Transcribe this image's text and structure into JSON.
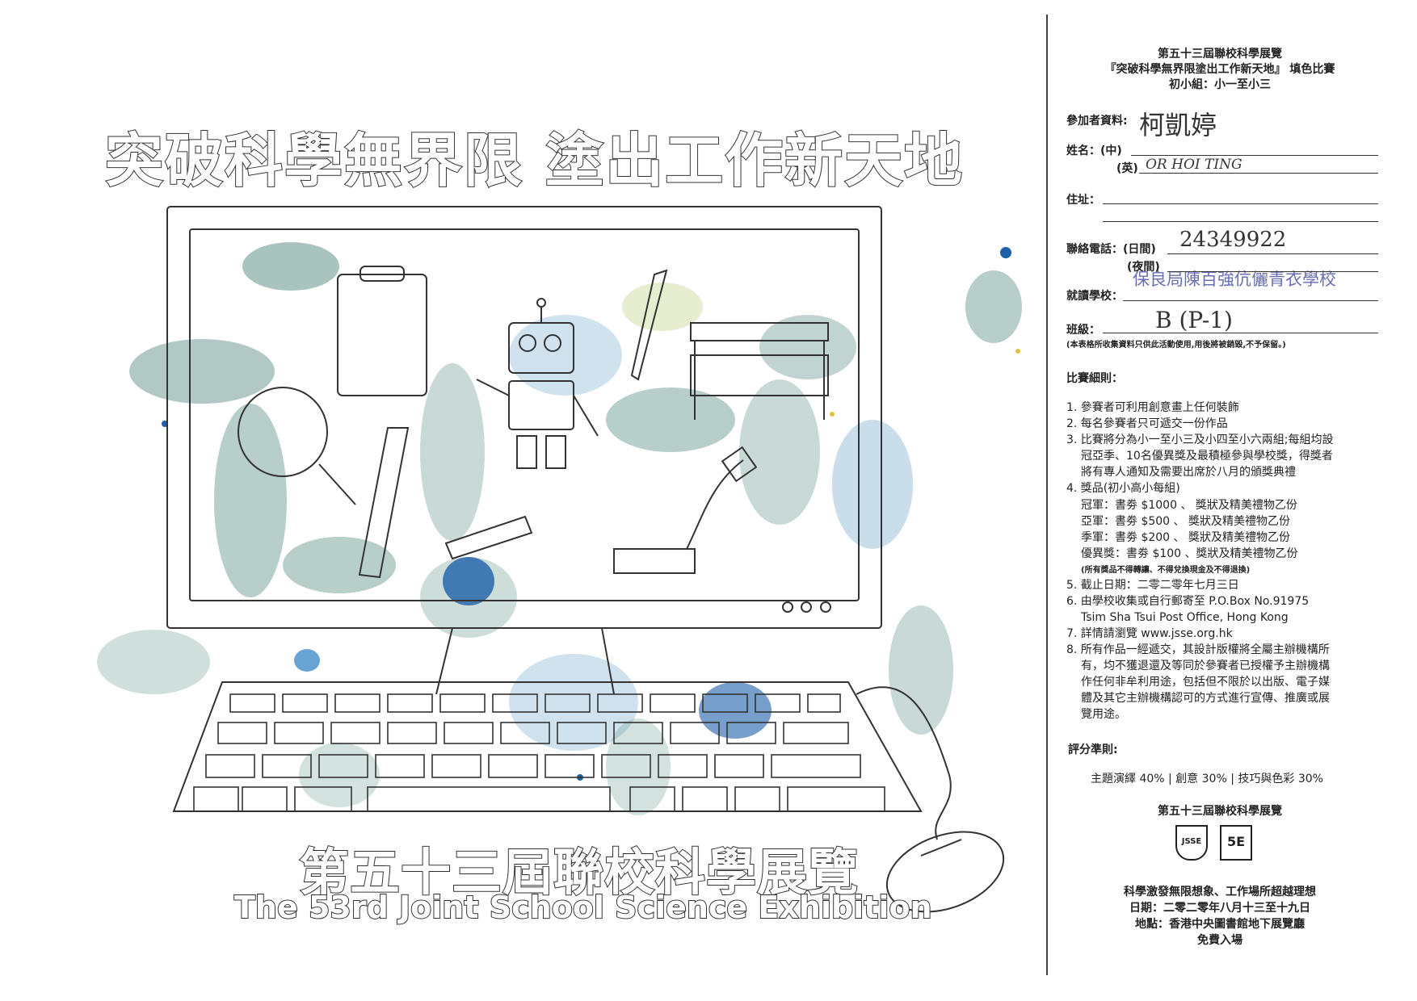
{
  "artwork": {
    "main_title": "突破科學無界限 塗出工作新天地",
    "bottom_title_zh": "第五十三屆聯校科學展覽",
    "bottom_title_en": "The 53rd Joint School Science Exhibition",
    "paint_colors": [
      "#2f6e63",
      "#4a8fb8",
      "#1e5fa8",
      "#9fb84a",
      "#e0c23a"
    ]
  },
  "form": {
    "header": {
      "line1": "第五十三屆聯校科學展覽",
      "line2": "『突破科學無界限塗出工作新天地』 填色比賽",
      "line3": "初小組：小一至小三"
    },
    "participant_label": "參加者資料:",
    "name_label": "姓名：(中)",
    "name_en_label": "(英)",
    "name_zh_value": "柯凱婷",
    "name_en_value": "OR HOI TING",
    "address_label": "住址：",
    "phone_label": "聯絡電話：(日間)",
    "phone_night_label": "(夜間)",
    "phone_day_value": "24349922",
    "school_label": "就讀學校：",
    "school_value": "保良局陳百強伉儷青衣學校",
    "class_label": "班級：",
    "class_value": "B (P-1)",
    "privacy_note": "(本表格所收集資料只供此活動使用,用後將被銷毀,不予保留。)",
    "rules_title": "比賽細則：",
    "rules": [
      "1. 參賽者可利用創意畫上任何裝飾",
      "2. 每名參賽者只可遞交一份作品",
      "3. 比賽將分為小一至小三及小四至小六兩組;每組均設",
      "冠亞季、10名優異獎及最積極參與學校獎，得獎者",
      "將有專人通知及需要出席於八月的頒獎典禮",
      "4. 獎品(初小高小每組)"
    ],
    "prizes": [
      "冠軍：書劵 $1000 、 獎狀及精美禮物乙份",
      "亞軍：書劵 $500 、 獎狀及精美禮物乙份",
      "季軍：書劵 $200 、 獎狀及精美禮物乙份",
      "優異獎：書劵 $100 、獎狀及精美禮物乙份"
    ],
    "prize_note": "(所有獎品不得轉讓、不得兌換現金及不得退換)",
    "rules_2": [
      "5. 截止日期：二零二零年七月三日",
      "6. 由學校收集或自行郵寄至 P.O.Box No.91975",
      "Tsim Sha Tsui Post Office, Hong Kong",
      "7. 詳情請瀏覽 www.jsse.org.hk",
      "8. 所有作品一經遞交，其設計版權將全屬主辦機構所",
      "有，均不獲退還及等同於參賽者已授權予主辦機構",
      "作任何非牟利用途，包括但不限於以出版、電子媒",
      "體及其它主辦機構認可的方式進行宣傳、推廣或展",
      "覽用途。"
    ],
    "scoring_title": "評分準則:",
    "scoring": "主題演繹 40% | 創意 30% | 技巧與色彩 30%",
    "footer": {
      "title": "第五十三屆聯校科學展覽",
      "logo_left": "JSSE",
      "logo_right": "5E",
      "slogan": "科學激發無限想象、工作場所超越理想",
      "date": "日期：二零二零年八月十三至十九日",
      "venue": "地點：香港中央圖書館地下展覽廳",
      "admission": "免費入場"
    }
  }
}
